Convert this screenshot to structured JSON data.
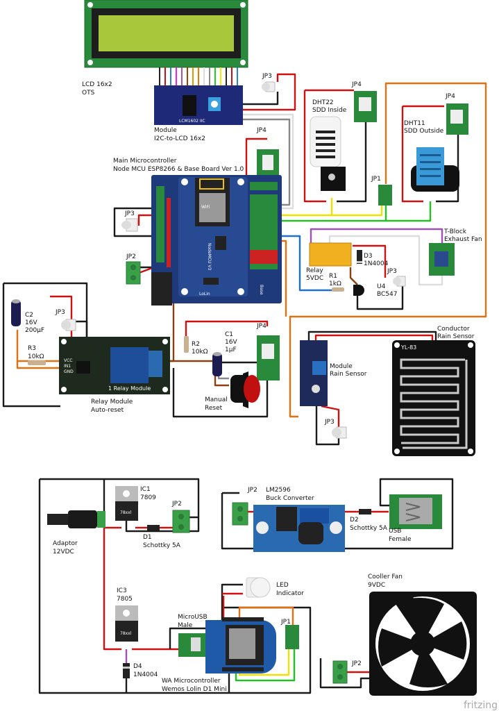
{
  "labels": {
    "lcd": [
      "LCD 16x2",
      "OTS"
    ],
    "i2c_module": [
      "Module",
      "I2C-to-LCD 16x2"
    ],
    "i2c_chip": "LCM1602 IIC",
    "main_mcu": [
      "Main Microcontroller",
      "Node MCU ESP8266 & Base Board Ver 1.0"
    ],
    "nodemcu_text": "NodeMCU V3",
    "lolin_text": "LoLin",
    "base_text": "Base",
    "dht22": [
      "DHT22",
      "SDD Inside"
    ],
    "dht11": [
      "DHT11",
      "SDD Outside"
    ],
    "tblock": [
      "T-Block",
      "Exhaust Fan"
    ],
    "relay": [
      "Relay",
      "5VDC"
    ],
    "d3": [
      "D3",
      "1N4004"
    ],
    "r1": [
      "R1",
      "1kΩ"
    ],
    "u4": [
      "U4",
      "BC547"
    ],
    "c2": [
      "C2",
      "16V",
      "200µF"
    ],
    "r3": [
      "R3",
      "10kΩ"
    ],
    "relay_module": [
      "Relay Module",
      "Auto-reset"
    ],
    "relay_module_text": "1 Relay Module",
    "relay_pins": [
      "VCC",
      "IN1",
      "GND"
    ],
    "r2": [
      "R2",
      "10kΩ"
    ],
    "c1": [
      "C1",
      "16V",
      "1µF"
    ],
    "manual_reset": [
      "Manual",
      "Reset"
    ],
    "rain_module": [
      "Module",
      "Rain Sensor"
    ],
    "rain_conductor": [
      "Conductor",
      "Rain Sensor"
    ],
    "rain_plate_text": "YL-83",
    "ic1": [
      "IC1",
      "7809"
    ],
    "ic3": [
      "IC3",
      "7805"
    ],
    "regulator_text": "78xxl",
    "d1": [
      "D1",
      "Schottky 5A"
    ],
    "adaptor": [
      "Adaptor",
      "12VDC"
    ],
    "lm2596": [
      "LM2596",
      "Buck Converter"
    ],
    "d2": [
      "D2",
      "Schottky 5A"
    ],
    "usb_female": [
      "USB",
      "Female"
    ],
    "d4": [
      "D4",
      "1N4004"
    ],
    "led_indicator": [
      "LED",
      "Indicator"
    ],
    "microusb": [
      "MicroUSB",
      "Male"
    ],
    "wemos": [
      "WA Microcontroller",
      "Wemos Lolin D1 Mini"
    ],
    "cooler_fan": [
      "Cooller Fan",
      "9VDC"
    ],
    "jp1": "JP1",
    "jp2": "JP2",
    "jp3": "JP3",
    "jp4": "JP4",
    "logo": "fritzing"
  },
  "colors": {
    "board_green": "#2a8a3c",
    "lcd_screen": "#a8c83c",
    "nodemcu_blue": "#1f3a7a",
    "i2c_navy": "#1e2a78",
    "relay_yellow": "#f0b020",
    "wemos_blue": "#1e5aa8",
    "lm2596_blue": "#2a6ab0"
  }
}
